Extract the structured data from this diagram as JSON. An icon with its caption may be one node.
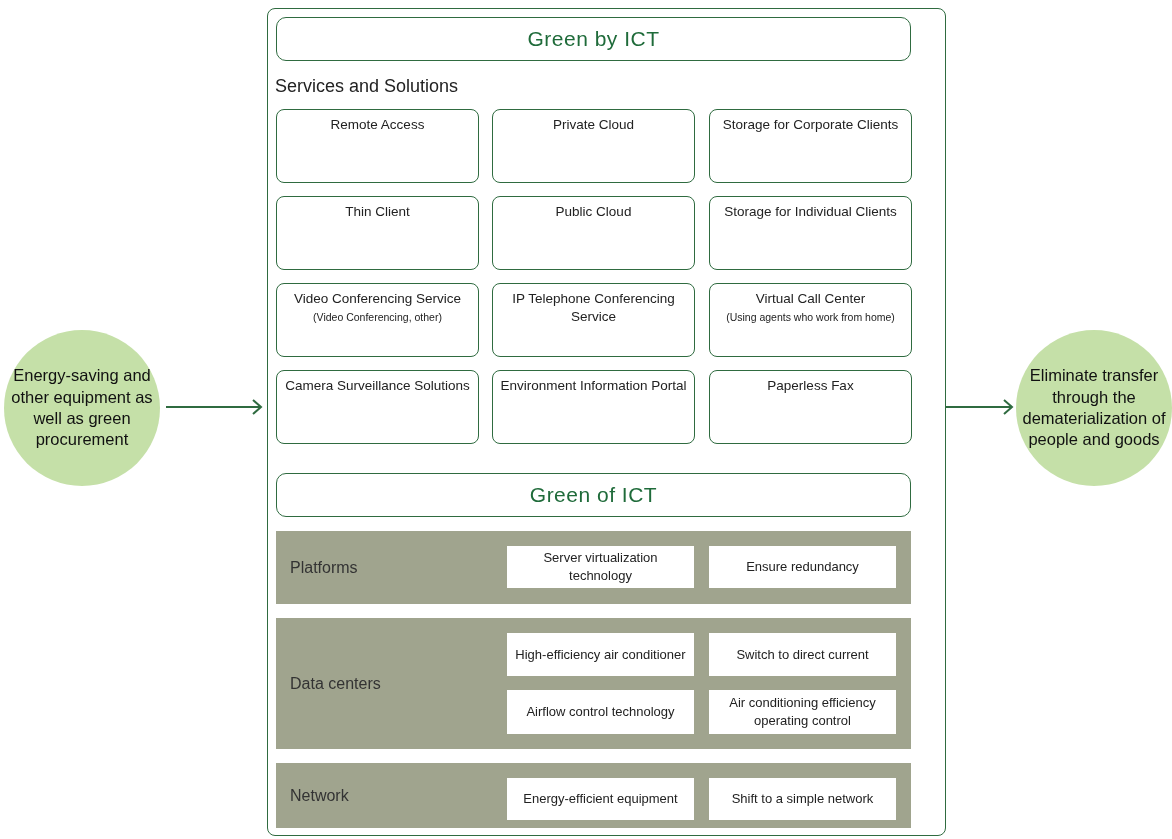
{
  "diagram": {
    "nodes": [
      {
        "text": [
          "Energy-saving and other equipment as well as green procurement"
        ]
      },
      {
        "text": [],
        "shape": "box"
      },
      {
        "text": [
          "Green by ICT"
        ],
        "in": 1
      },
      {
        "text": [
          "Remote Access"
        ],
        "in": 1
      },
      {
        "text": [
          "Private Cloud"
        ],
        "in": 1
      },
      {
        "text": [
          "Storage for Corporate Clients"
        ],
        "in": 1
      },
      {
        "text": [
          "Thin Client"
        ],
        "in": 1
      },
      {
        "text": [
          "Public Cloud"
        ],
        "in": 1
      },
      {
        "text": [
          "Storage for Individual Clients"
        ],
        "in": 1
      },
      {
        "text": [
          "Video Conferencing Service",
          "(Video Conferencing, other)"
        ],
        "in": 1
      },
      {
        "text": [
          "IP Telephone Conferencing Service"
        ],
        "in": 1
      },
      {
        "text": [
          "Virtual Call Center",
          "(Using agents who work from home)"
        ],
        "in": 1
      },
      {
        "text": [
          "Camera Surveillance Solutions"
        ],
        "in": 1
      },
      {
        "text": [
          "Environment Information Portal"
        ],
        "in": 1
      },
      {
        "text": [
          "Paperless Fax"
        ],
        "in": 1
      },
      {
        "text": [
          "Green of ICT"
        ],
        "in": 1
      },
      {
        "text": [
          "Platforms"
        ],
        "in": 1
      },
      {
        "text": [
          "Server virtualization technology"
        ],
        "in": 16
      },
      {
        "text": [
          "Ensure redundancy"
        ],
        "in": 16
      },
      {
        "text": [
          "Data centers"
        ],
        "in": 1
      },
      {
        "text": [
          "High-efficiency air conditioner"
        ],
        "in": 19
      },
      {
        "text": [
          "Switch to direct current"
        ],
        "in": 19
      },
      {
        "text": [
          "Airflow control technology"
        ],
        "in": 19
      },
      {
        "text": [
          "Air conditioning efficiency operating control"
        ],
        "in": 19
      },
      {
        "text": [
          "Network"
        ],
        "in": 1
      },
      {
        "text": [
          "Energy-efficient equipment"
        ],
        "in": 24
      },
      {
        "text": [
          "Shift to a simple network"
        ],
        "in": 24
      },
      {
        "text": [
          "Eliminate transfer through the dematerialization of people and goods"
        ]
      }
    ],
    "edges": [
      {
        "from": 0,
        "to": 1,
        "arrow": "to"
      },
      {
        "from": 1,
        "to": 27,
        "arrow": "to"
      }
    ],
    "labels": [
      "Services and Solutions"
    ]
  }
}
